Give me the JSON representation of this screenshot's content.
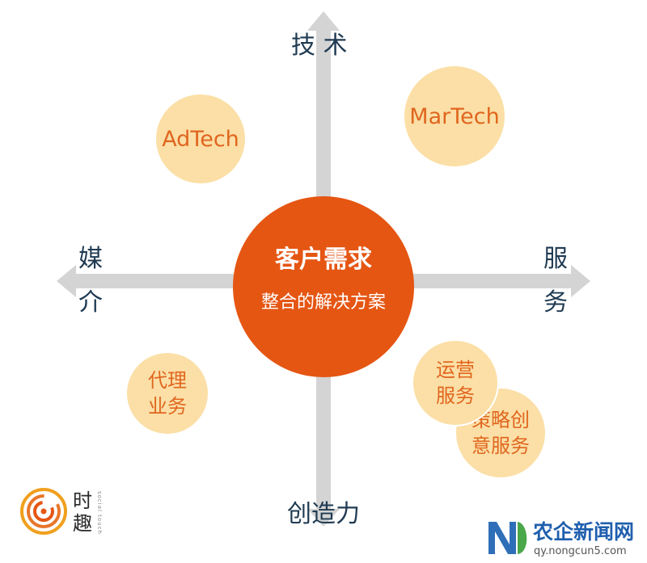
{
  "axes": {
    "top": "技 术",
    "bottom": "创造力",
    "left_top": "媒",
    "left_bottom": "介",
    "right_top": "服",
    "right_bottom": "务"
  },
  "center": {
    "title": "客户需求",
    "subtitle": "整合的解决方案"
  },
  "circles": {
    "adtech": "AdTech",
    "martech": "MarTech",
    "agency_line1": "代理",
    "agency_line2": "业务",
    "ops_line1": "运营",
    "ops_line2": "服务",
    "strategy_line1": "策略创",
    "strategy_line2": "意服务"
  },
  "logo": {
    "line1": "时",
    "line2": "趣",
    "vertical": "social touch"
  },
  "watermark": {
    "title": "农企新闻网",
    "url": "qy.nongcun5.com"
  },
  "colors": {
    "axis": "#d4d4d4",
    "circle_fill": "#fbdfa6",
    "circle_text": "#e0661f",
    "center_fill": "#e55613",
    "label_text": "#1f3a52"
  }
}
